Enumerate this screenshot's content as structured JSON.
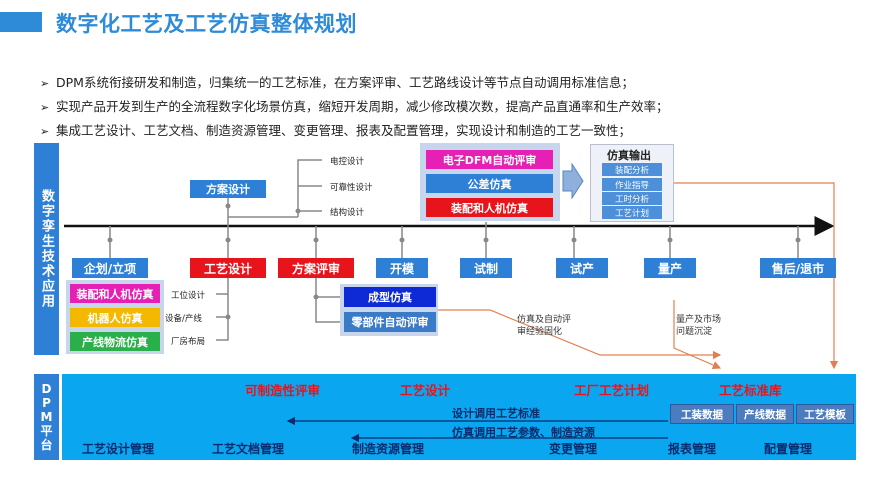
{
  "title": "数字化工艺及工艺仿真整体规划",
  "bullets": [
    "DPM系统衔接研发和制造，归集统一的工艺标准，在方案评审、工艺路线设计等节点自动调用标准信息；",
    "实现产品开发到生产的全流程数字化场景仿真，缩短开发周期，减少修改模次数，提高产品直通率和生产效率；",
    "集成工艺设计、工艺文档、制造资源管理、变更管理、报表及配置管理，实现设计和制造的工艺一致性；"
  ],
  "bullet_marker": "➢",
  "left_vertical_label": "数字孪生技术应用",
  "stages": [
    "企划/立项",
    "工艺设计",
    "方案评审",
    "开模",
    "试制",
    "试产",
    "量产",
    "售后/退市"
  ],
  "scheme_design": "方案设计",
  "scheme_branches": [
    "电控设计",
    "可靠性设计",
    "结构设计"
  ],
  "process_tools": [
    "装配和人机仿真",
    "机器人仿真",
    "产线物流仿真"
  ],
  "process_subs": [
    "工位设计",
    "设备/产线",
    "厂房布局"
  ],
  "review_boxes": [
    "成型仿真",
    "零部件自动评审"
  ],
  "dfm_boxes": [
    "电子DFM自动评审",
    "公差仿真",
    "装配和人机仿真"
  ],
  "sim_output": {
    "title": "仿真输出",
    "items": [
      "装配分析",
      "作业指导",
      "工时分析",
      "工艺计划"
    ]
  },
  "notes": {
    "solidify": [
      "仿真及自动评",
      "审经验固化"
    ],
    "mass": [
      "量产及市场",
      "问题沉淀"
    ]
  },
  "dpm": {
    "label": [
      "D",
      "P",
      "M",
      "平",
      "台"
    ],
    "red_items": [
      "可制造性评审",
      "工艺设计",
      "工厂工艺计划",
      "工艺标准库"
    ],
    "mid_lines": [
      "设计调用工艺标准",
      "仿真调用工艺参数、制造资源"
    ],
    "tags": [
      "工装数据",
      "产线数据",
      "工艺模板"
    ],
    "modules": [
      "工艺设计管理",
      "工艺文档管理",
      "制造资源管理",
      "变更管理",
      "报表管理",
      "配置管理"
    ]
  },
  "colors": {
    "accent_blue": "#2e7fd6",
    "title_blue": "#2e8bd8",
    "red": "#e8141c",
    "magenta": "#e620b4",
    "yellow": "#f5b800",
    "green": "#2ab04a",
    "navy": "#0d2ad6",
    "steel": "#3a7bc8",
    "dpm_bg": "#0aa6f0",
    "orange_line": "#e08050"
  }
}
